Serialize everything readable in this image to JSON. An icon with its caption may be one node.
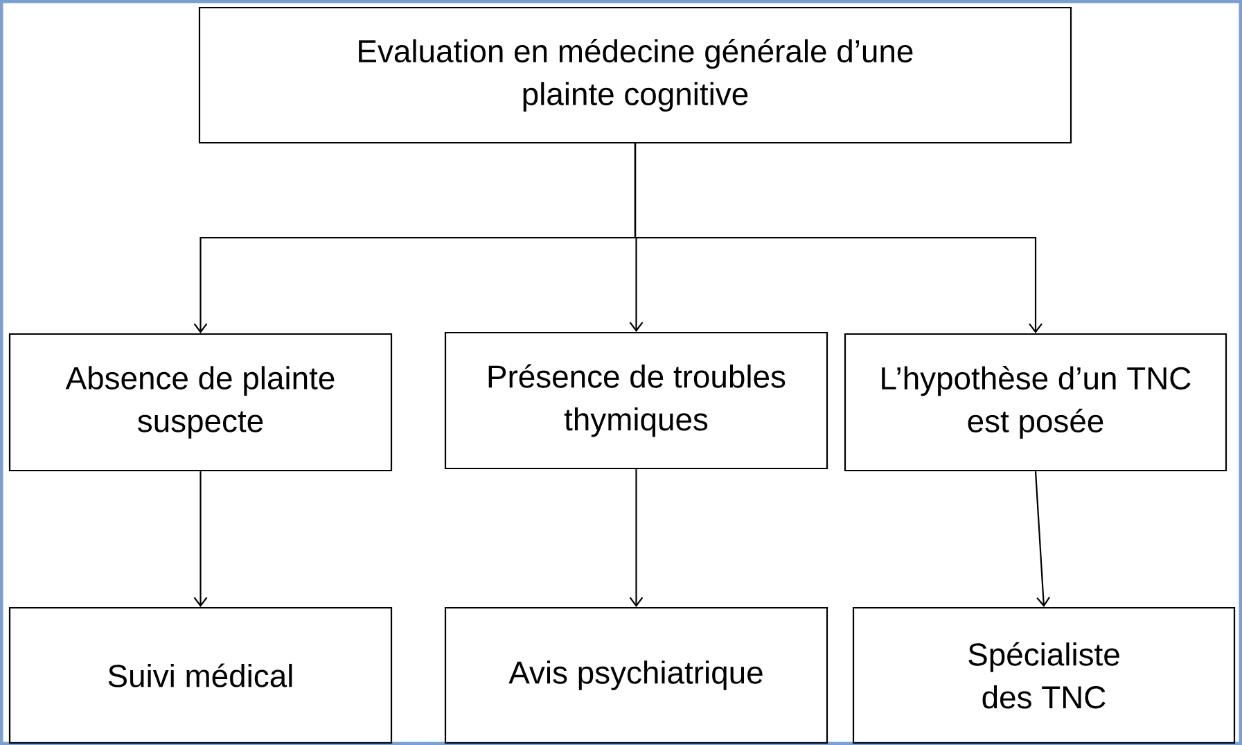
{
  "diagram": {
    "nodes": [
      {
        "text": [
          "Evaluation en médecine générale d’une plainte cognitive"
        ]
      },
      {
        "text": [
          "Absence de plainte suspecte"
        ]
      },
      {
        "text": [
          "Présence de troubles thymiques"
        ]
      },
      {
        "text": [
          "L’hypothèse d’un TNC est posée"
        ]
      },
      {
        "text": [
          "Suivi médical"
        ]
      },
      {
        "text": [
          "Avis psychiatrique"
        ]
      },
      {
        "text": [
          "Spécialiste des TNC"
        ]
      }
    ],
    "edges": [
      {
        "from": 0,
        "to": 1,
        "arrow": "to"
      },
      {
        "from": 0,
        "to": 2,
        "arrow": "to"
      },
      {
        "from": 0,
        "to": 3,
        "arrow": "to"
      },
      {
        "from": 1,
        "to": 4,
        "arrow": "to"
      },
      {
        "from": 2,
        "to": 5,
        "arrow": "to"
      },
      {
        "from": 3,
        "to": 6,
        "arrow": "to"
      }
    ]
  }
}
